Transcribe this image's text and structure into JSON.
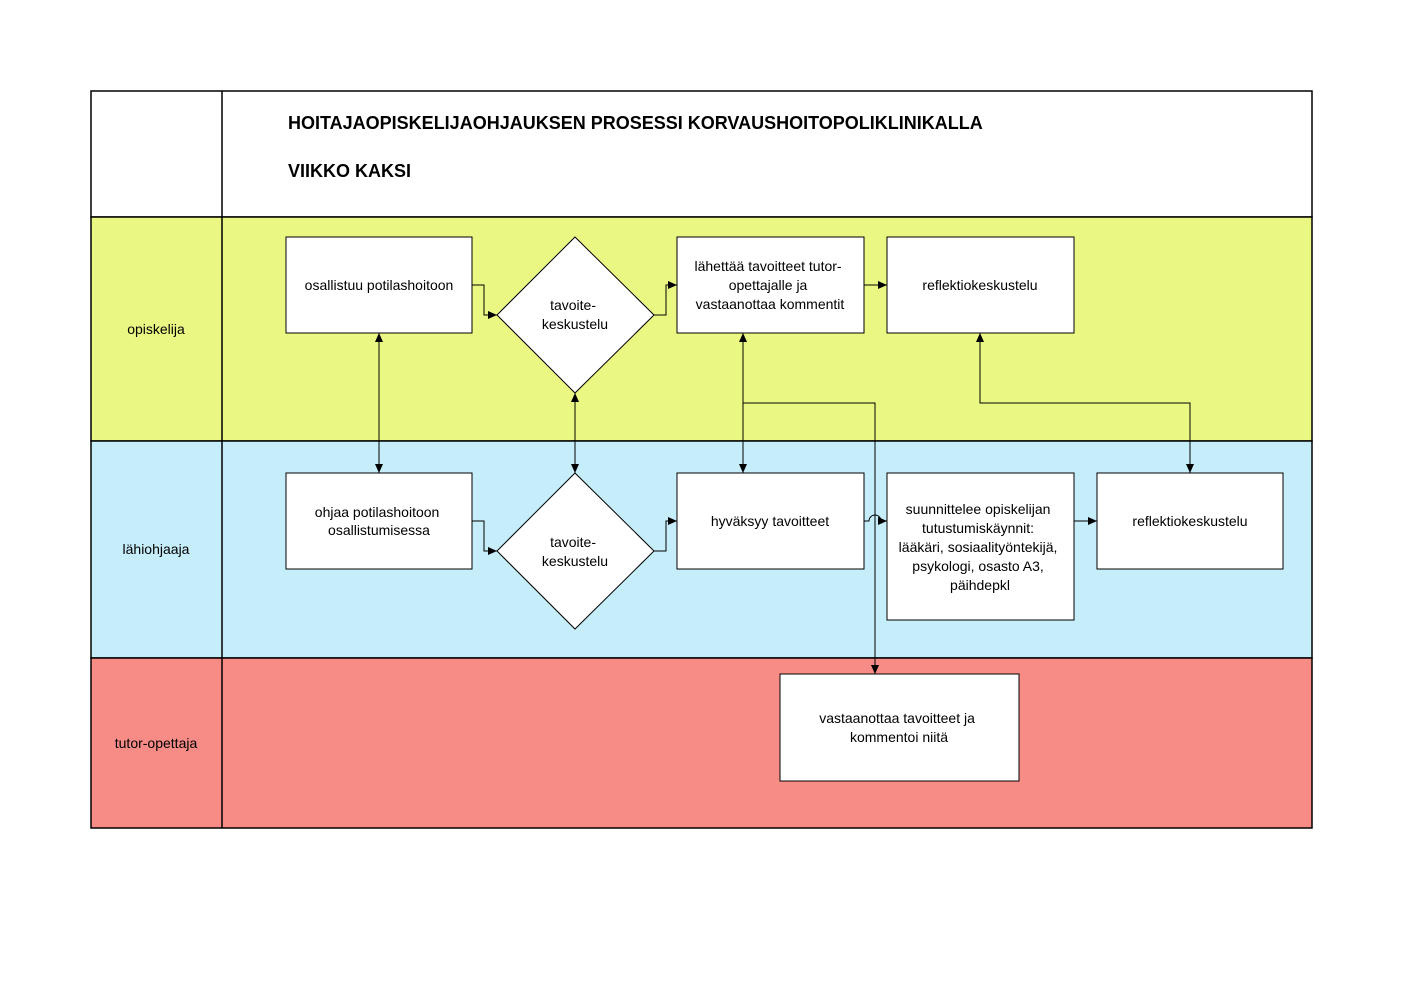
{
  "title": {
    "line1": "HOITAJAOPISKELIJAOHJAUKSEN PROSESSI KORVAUSHOITOPOLIKLINIKALLA",
    "line2": "VIIKKO KAKSI"
  },
  "lanes": [
    {
      "id": "opiskelija",
      "label": "opiskelija",
      "color": "#ebf783"
    },
    {
      "id": "lahiohjaaja",
      "label": "lähiohjaaja",
      "color": "#c6eefa"
    },
    {
      "id": "tutor",
      "label": "tutor-opettaja",
      "color": "#f78c86"
    }
  ],
  "nodes": {
    "osallistuu": {
      "lines": [
        "osallistuu potilashoitoon"
      ]
    },
    "tavoite1": {
      "lines": [
        "tavoite-",
        "keskustelu"
      ]
    },
    "lahettaa": {
      "lines": [
        "lähettää tavoitteet tutor-",
        "opettajalle ja",
        "vastaanottaa kommentit"
      ]
    },
    "reflektio1": {
      "lines": [
        "reflektiokeskustelu"
      ]
    },
    "ohjaa": {
      "lines": [
        "ohjaa potilashoitoon",
        "osallistumisessa"
      ]
    },
    "tavoite2": {
      "lines": [
        "tavoite-",
        "keskustelu"
      ]
    },
    "hyvaksyy": {
      "lines": [
        "hyväksyy tavoitteet"
      ]
    },
    "suunnittelee": {
      "lines": [
        "suunnittelee opiskelijan",
        "tutustumiskäynnit:",
        "lääkäri, sosiaalityöntekijä,",
        "psykologi, osasto A3,",
        "päihdepkl"
      ]
    },
    "reflektio2": {
      "lines": [
        "reflektiokeskustelu"
      ]
    },
    "vastaanottaa": {
      "lines": [
        "vastaanottaa tavoitteet ja",
        "kommentoi niitä"
      ]
    }
  },
  "colors": {
    "border": "#000000",
    "box_fill": "#ffffff"
  }
}
